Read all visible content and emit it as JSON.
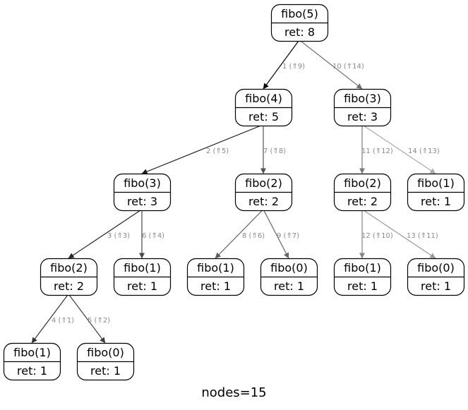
{
  "nodes": [
    {
      "id": "n1",
      "title": "fibo(5)",
      "ret": "ret: 8"
    },
    {
      "id": "n2",
      "title": "fibo(4)",
      "ret": "ret: 5"
    },
    {
      "id": "n3",
      "title": "fibo(3)",
      "ret": "ret: 3"
    },
    {
      "id": "n4",
      "title": "fibo(2)",
      "ret": "ret: 2"
    },
    {
      "id": "n5",
      "title": "fibo(1)",
      "ret": "ret: 1"
    },
    {
      "id": "n6",
      "title": "fibo(0)",
      "ret": "ret: 1"
    },
    {
      "id": "n7",
      "title": "fibo(1)",
      "ret": "ret: 1"
    },
    {
      "id": "n8",
      "title": "fibo(2)",
      "ret": "ret: 2"
    },
    {
      "id": "n9",
      "title": "fibo(1)",
      "ret": "ret: 1"
    },
    {
      "id": "n10",
      "title": "fibo(0)",
      "ret": "ret: 1"
    },
    {
      "id": "n11",
      "title": "fibo(3)",
      "ret": "ret: 3"
    },
    {
      "id": "n12",
      "title": "fibo(2)",
      "ret": "ret: 2"
    },
    {
      "id": "n13",
      "title": "fibo(1)",
      "ret": "ret: 1"
    },
    {
      "id": "n14",
      "title": "fibo(0)",
      "ret": "ret: 1"
    },
    {
      "id": "n15",
      "title": "fibo(1)",
      "ret": "ret: 1"
    }
  ],
  "edges": [
    {
      "from": "n1",
      "to": "n2",
      "label": "1 (⇑9)",
      "color": "#000000"
    },
    {
      "from": "n2",
      "to": "n3",
      "label": "2 (⇑5)",
      "color": "#1a1a1a"
    },
    {
      "from": "n3",
      "to": "n4",
      "label": "3 (⇑3)",
      "color": "#262626"
    },
    {
      "from": "n4",
      "to": "n5",
      "label": "4 (⇑1)",
      "color": "#333333"
    },
    {
      "from": "n4",
      "to": "n6",
      "label": "5 (⇑2)",
      "color": "#3d3d3d"
    },
    {
      "from": "n3",
      "to": "n7",
      "label": "6 (⇑4)",
      "color": "#474747"
    },
    {
      "from": "n2",
      "to": "n8",
      "label": "7 (⇑8)",
      "color": "#525252"
    },
    {
      "from": "n8",
      "to": "n9",
      "label": "8 (⇑6)",
      "color": "#5c5c5c"
    },
    {
      "from": "n8",
      "to": "n10",
      "label": "9 (⇑7)",
      "color": "#666666"
    },
    {
      "from": "n1",
      "to": "n11",
      "label": "10 (⇑14)",
      "color": "#707070"
    },
    {
      "from": "n11",
      "to": "n12",
      "label": "11 (⇑12)",
      "color": "#7a7a7a"
    },
    {
      "from": "n12",
      "to": "n13",
      "label": "12 (⇑10)",
      "color": "#858585"
    },
    {
      "from": "n12",
      "to": "n14",
      "label": "13 (⇑11)",
      "color": "#999999"
    },
    {
      "from": "n11",
      "to": "n15",
      "label": "14 (⇑13)",
      "color": "#aaaaaa"
    }
  ],
  "footer": "nodes=15"
}
